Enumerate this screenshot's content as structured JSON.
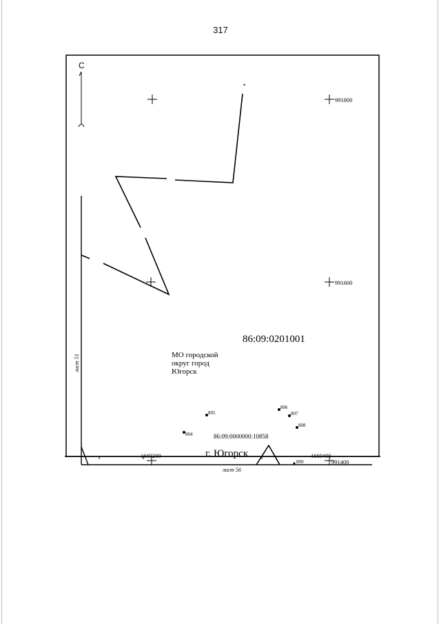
{
  "page_number": "317",
  "north_label": "С",
  "grid_labels": {
    "y_991800": "991800",
    "y_991600": "991600",
    "y_991400": "991400",
    "x_1669200": "1669200",
    "x_1669400": "1669400"
  },
  "sheet_labels": {
    "bottom": "лист 56",
    "left": "лист 51"
  },
  "quarter_number": "86:09:0201001",
  "municipality": [
    "МО городской",
    "округ город",
    "Югорск"
  ],
  "parcel_number": "86:09:0000000:10858",
  "city_label": "г. Югорск",
  "points": [
    {
      "id": "804"
    },
    {
      "id": "805"
    },
    {
      "id": "806"
    },
    {
      "id": "807"
    },
    {
      "id": "808"
    },
    {
      "id": "809"
    }
  ],
  "colors": {
    "ink": "#000000",
    "background": "#ffffff"
  }
}
